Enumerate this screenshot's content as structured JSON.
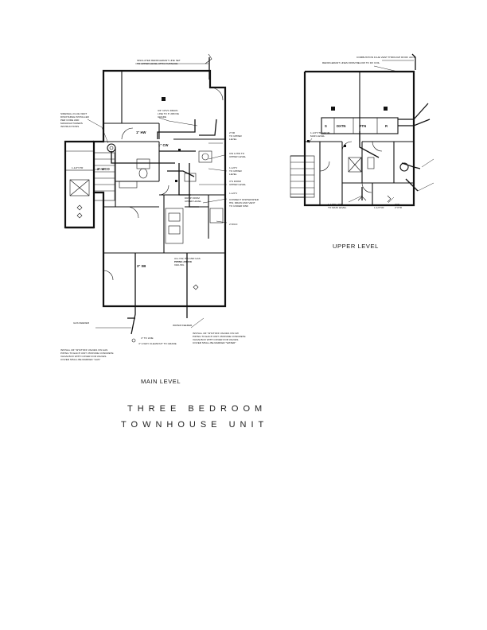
{
  "drawing": {
    "title_line1": "THREE BEDROOM",
    "title_line2": "TOWNHOUSE UNIT"
  },
  "main_level": {
    "label": "MAIN LEVEL",
    "notes": {
      "refrigerant_line_set": [
        "INSULATED REFRIGERANT LINE SET",
        "TO UPPER LEVEL ATTIC FURNACE"
      ],
      "sidewall_flue": [
        "SIDEWALL FLUE VENT",
        "DISCHARGE INSTALLED",
        "PER CODE AND",
        "MANUFACTURERS",
        "INSTRUCTIONS"
      ],
      "cond_drain": [
        "3/4\" CPVC DRAIN",
        "LINE TO 6\" ABOVE",
        "GRADE"
      ],
      "hw_label": "1\" HW",
      "cw_label": "1\" CW",
      "wco_label": "2\" WCO",
      "vtr_left": "1-1/2\"VTR",
      "up_to_upper": [
        "2\"VR",
        "TO UPPER",
        "LEVEL"
      ],
      "cw_hw_upper": [
        "CW & HW TO",
        "UPPER LEVEL"
      ],
      "v_upper": [
        "1-1/2\"V",
        "TO UPPER",
        "LEVEL"
      ],
      "from_upper": [
        "3\"S FROM",
        "UPPER LEVEL"
      ],
      "v_one": "1-1/2\"V",
      "dishwasher": [
        "CONNECT DISHWASHER",
        "HW, DRAIN AND VENT",
        "TO UNDER SINK"
      ],
      "drop_from_upper": [
        "DROP FROM",
        "UPPER LEVEL"
      ],
      "wco_right": "2\"WCO",
      "piping_above": [
        "ALL CW, HW AND GAS",
        "PIPING ABOVE",
        "CEILING"
      ],
      "sb_label": "3\" SB",
      "gas_feeder": "GAS FEEDER",
      "water_feeder": "WATER FEEDER",
      "to_line": "4\" TO LINE",
      "cleanout": "4\" 2-WAY CLEANOUT TO GRADE",
      "shutoff_water": [
        "INSTALL 3/4\" SHUTOFF VALVES ON CW",
        "PIPING TO EACH UNIT. PROVIDE CONCRETE",
        "VALVE BOX WITH COVER FOR VALVES.",
        "COVER SHALL BE MARKED \"WATER\""
      ],
      "shutoff_gas": [
        "INSTALL 3/4\" SHUTOFF VALVES ON GAS",
        "PIPING TO EACH UNIT. PROVIDE CONCRETE",
        "VALVE BOX WITH COVER FOR VALVES.",
        "COVER SHALL BE MARKED \"GAS\""
      ]
    }
  },
  "upper_level": {
    "label": "UPPER LEVEL",
    "notes": {
      "combustion_flue": "COMBUSTION FLUE VENT THROUGH ROOF JACK",
      "refrigerant_lines": "REFRIGERANT LINES FROM BELOW TO DX COIL",
      "vtr_from_main": [
        "1-1/2\"VTR FROM",
        "MAIN LEVEL"
      ],
      "line_to_main": [
        "1-1/2\"S LINE",
        "TO MAIN LEVEL"
      ],
      "vtr_small": "1-1/2\"VR",
      "v_small": [
        "2\"W",
        "2\"VTR"
      ]
    },
    "equipment": {
      "s": "S",
      "dxtn": "DXTN",
      "ftn": "FTN",
      "r": "R"
    }
  }
}
